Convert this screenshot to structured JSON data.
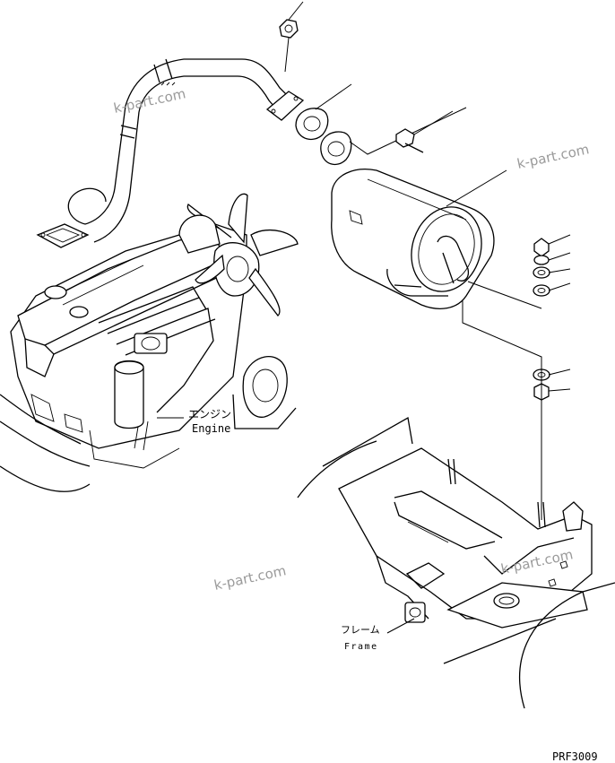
{
  "labels": {
    "engine_jp": "エンジン",
    "engine_en": "Engine",
    "frame_jp": "フレーム",
    "frame_en": "Frame",
    "drawing_code": "PRF3009"
  },
  "watermarks": [
    "k-part.com",
    "k-part.com",
    "k-part.com",
    "k-part.com"
  ]
}
